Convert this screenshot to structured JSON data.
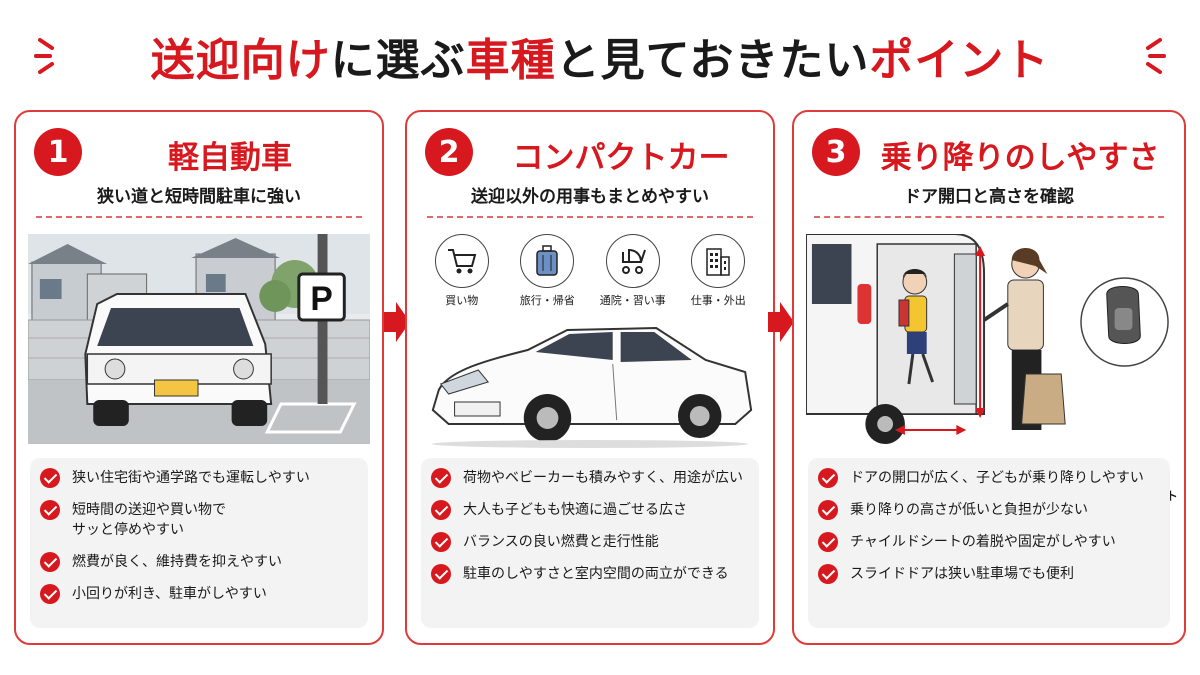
{
  "title": {
    "part1": "送迎向け",
    "part2": "に選ぶ",
    "part3": "車種",
    "part4": "と見ておきたい",
    "part5": "ポイント"
  },
  "colors": {
    "accent": "#d7191f",
    "border": "#e03b3b",
    "list_bg": "#f3f3f3"
  },
  "panels": [
    {
      "number": "1",
      "title": "軽自動車",
      "subtitle": "狭い道と短時間駐車に強い",
      "illustration": "kei-car-parking-illustration",
      "parking_sign": "P",
      "items": [
        "狭い住宅街や通学路でも運転しやすい",
        "短時間の送迎や買い物で\nサッと停めやすい",
        "燃費が良く、維持費を抑えやすい",
        "小回りが利き、駐車がしやすい"
      ]
    },
    {
      "number": "2",
      "title": "コンパクトカー",
      "subtitle": "送迎以外の用事もまとめやすい",
      "icons": [
        {
          "icon": "shopping-cart-icon",
          "label": "買い物"
        },
        {
          "icon": "suitcase-icon",
          "label": "旅行・帰省"
        },
        {
          "icon": "stroller-icon",
          "label": "通院・習い事"
        },
        {
          "icon": "building-icon",
          "label": "仕事・外出"
        }
      ],
      "items": [
        "荷物やベビーカーも積みやすく、用途が広い",
        "大人も子どもも快適に過ごせる広さ",
        "バランスの良い燃費と走行性能",
        "駐車のしやすさと室内空間の両立ができる"
      ]
    },
    {
      "number": "3",
      "title": "乗り降りのしやすさ",
      "subtitle": "ドア開口と高さを確認",
      "seat_label": "チャイルドシート\nの取り付けも\nチェック",
      "items": [
        "ドアの開口が広く、子どもが乗り降りしやすい",
        "乗り降りの高さが低いと負担が少ない",
        "チャイルドシートの着脱や固定がしやすい",
        "スライドドアは狭い駐車場でも便利"
      ]
    }
  ]
}
